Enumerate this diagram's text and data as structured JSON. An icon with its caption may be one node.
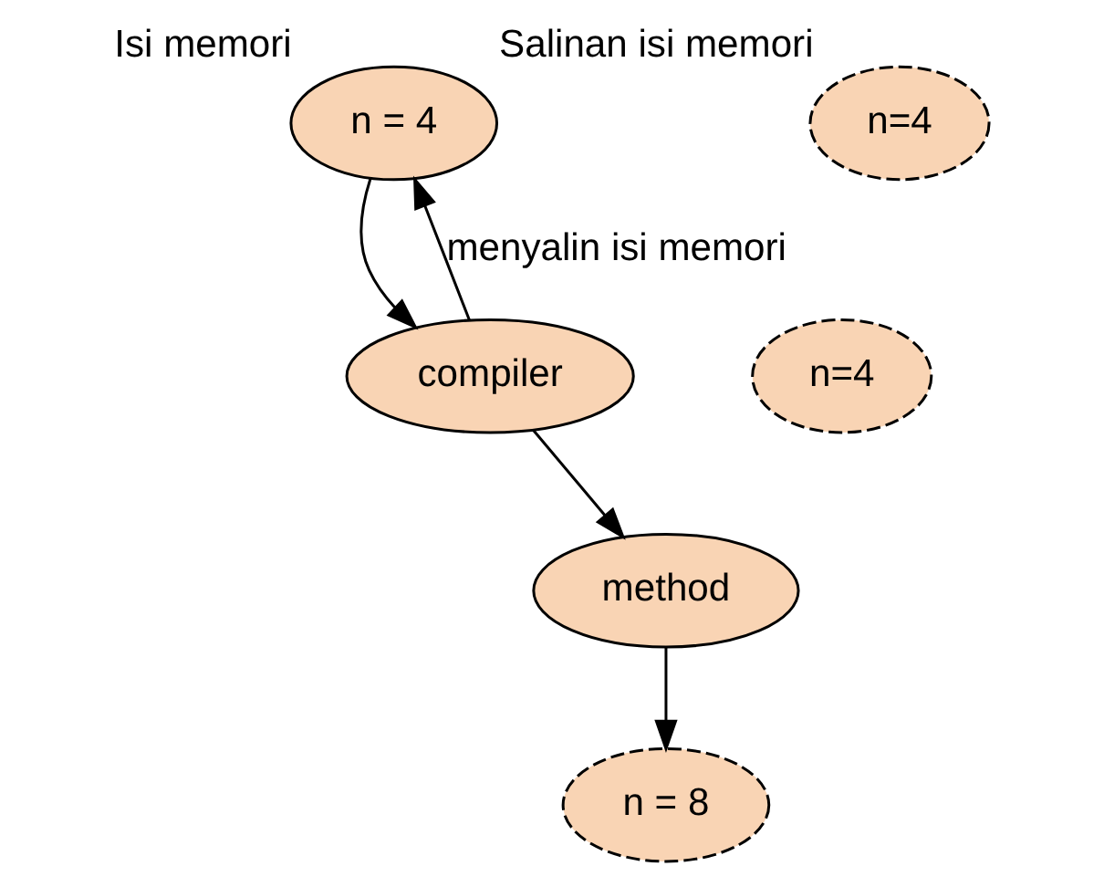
{
  "diagram": {
    "nodes": [
      {
        "text": [
          "n = 4"
        ],
        "beside": [
          "Isi memori"
        ]
      },
      {
        "text": [
          "n=4"
        ],
        "beside": [
          "Salinan isi memori"
        ]
      },
      {
        "text": [
          "compiler"
        ]
      },
      {
        "text": [
          "n=4"
        ]
      },
      {
        "text": [
          "method"
        ]
      },
      {
        "text": [
          "n = 8"
        ]
      }
    ],
    "edges": [
      {
        "from": 0,
        "to": 2,
        "arrow": "to"
      },
      {
        "from": 2,
        "to": 0,
        "arrow": "to",
        "label": "menyalin isi memori"
      },
      {
        "from": 2,
        "to": 4,
        "arrow": "to"
      },
      {
        "from": 4,
        "to": 5,
        "arrow": "to"
      }
    ]
  }
}
